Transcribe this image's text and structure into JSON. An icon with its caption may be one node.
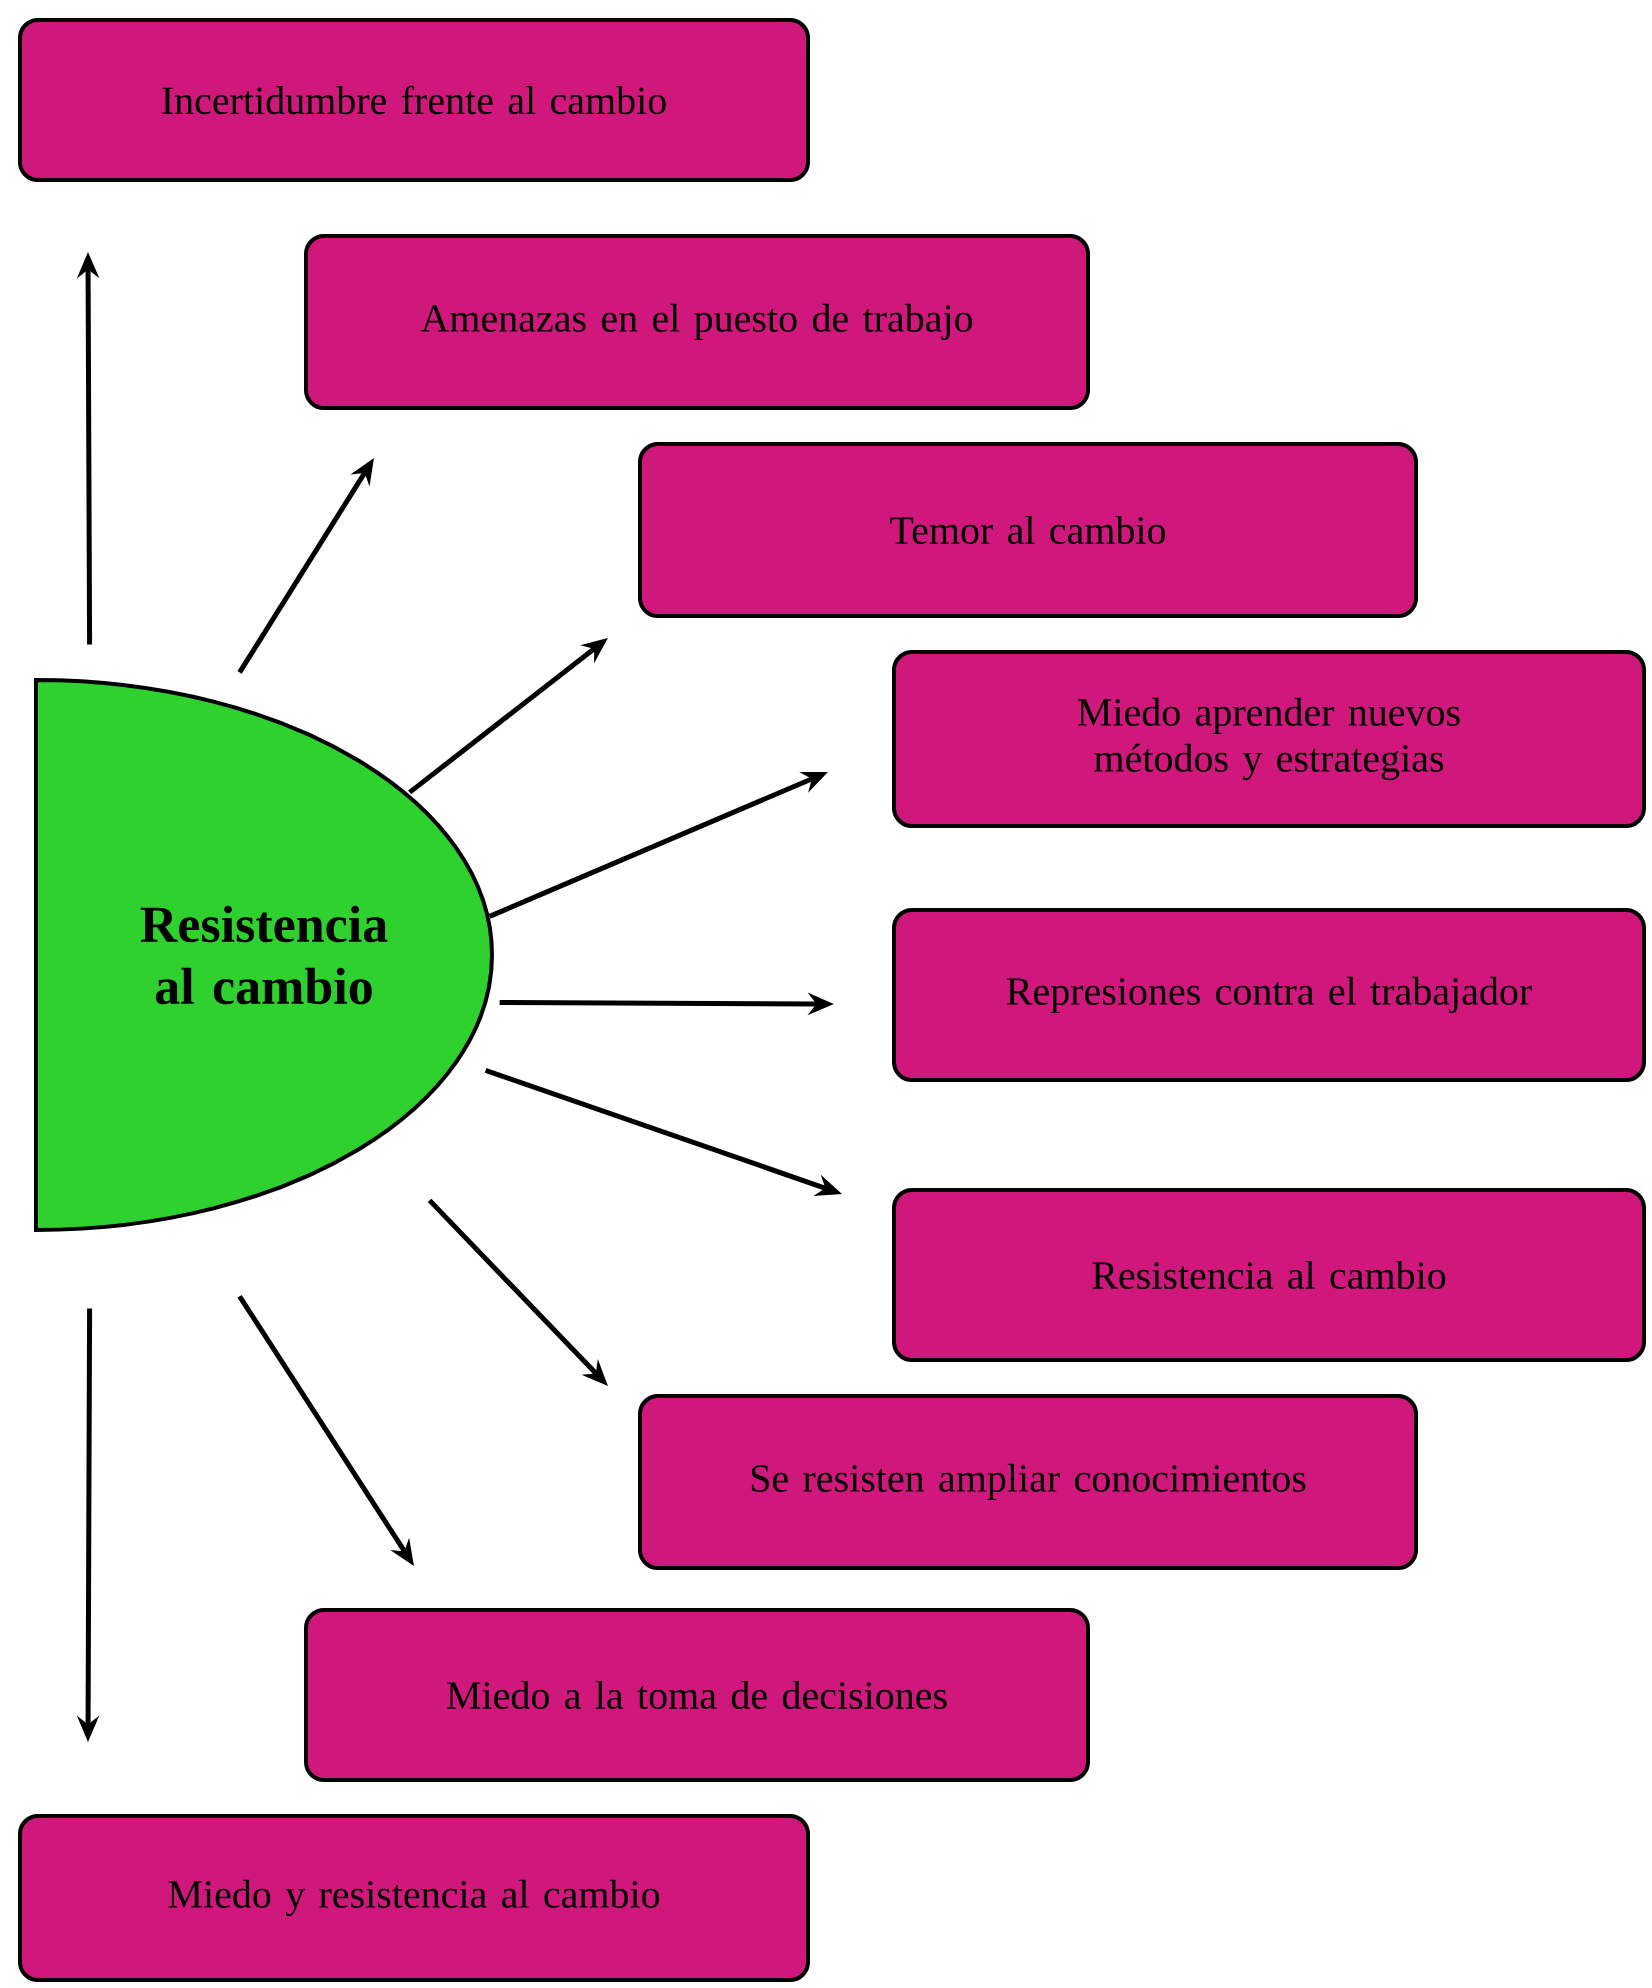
{
  "diagram": {
    "nodes": [
      {
        "text": [
          "Resistencia al cambio"
        ]
      },
      {
        "text": [
          "Incertidumbre frente al cambio"
        ]
      },
      {
        "text": [
          "Amenazas en el puesto de trabajo"
        ]
      },
      {
        "text": [
          "Temor al cambio"
        ]
      },
      {
        "text": [
          "Miedo aprender nuevos métodos y estrategias"
        ]
      },
      {
        "text": [
          "Represiones contra el trabajador"
        ]
      },
      {
        "text": [
          "Resistencia al cambio"
        ]
      },
      {
        "text": [
          "Se resisten ampliar conocimientos"
        ]
      },
      {
        "text": [
          "Miedo a la toma de decisiones"
        ]
      },
      {
        "text": [
          "Miedo y resistencia al cambio"
        ]
      }
    ],
    "edges": [
      {
        "from": 0,
        "to": 1,
        "arrow": "to"
      },
      {
        "from": 0,
        "to": 2,
        "arrow": "to"
      },
      {
        "from": 0,
        "to": 3,
        "arrow": "to"
      },
      {
        "from": 0,
        "to": 4,
        "arrow": "to"
      },
      {
        "from": 0,
        "to": 5,
        "arrow": "to"
      },
      {
        "from": 0,
        "to": 6,
        "arrow": "to"
      },
      {
        "from": 0,
        "to": 7,
        "arrow": "to"
      },
      {
        "from": 0,
        "to": 8,
        "arrow": "to"
      },
      {
        "from": 0,
        "to": 9,
        "arrow": "to"
      }
    ]
  }
}
